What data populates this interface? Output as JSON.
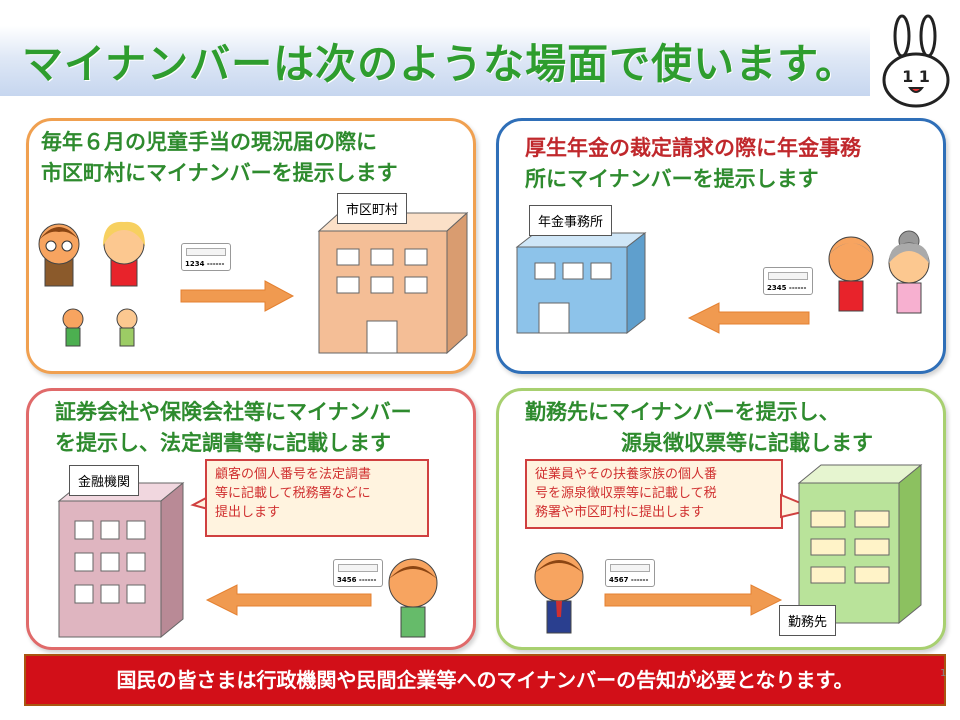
{
  "title": "マイナンバーは次のような場面で使います。",
  "panels": [
    {
      "line1": "毎年６月の児童手当の現況届の際に",
      "line2": "市区町村にマイナンバーを提示します",
      "building_label": "市区町村",
      "card_number": "1234 ------"
    },
    {
      "line1": "厚生年金の裁定請求の際に年金事務",
      "line2": "所にマイナンバーを提示します",
      "building_label": "年金事務所",
      "card_number": "2345 ------"
    },
    {
      "line1": "証券会社や保険会社等にマイナンバー",
      "line2": "を提示し、法定調書等に記載します",
      "building_label": "金融機関",
      "card_number": "3456 ------",
      "bubble": [
        "顧客の個人番号を法定調書",
        "等に記載して税務署などに",
        "提出します"
      ]
    },
    {
      "line1": "勤務先にマイナンバーを提示し、",
      "line2": "源泉徴収票等に記載します",
      "building_label": "勤務先",
      "card_number": "4567 ------",
      "bubble": [
        "従業員やその扶養家族の個人番",
        "号を源泉徴収票等に記載して税",
        "務署や市区町村に提出します"
      ]
    }
  ],
  "mascot_text": "1 1",
  "bottom_message": "国民の皆さまは行政機関や民間企業等へのマイナンバーの告知が必要となります。",
  "page_number": "1",
  "colors": {
    "title_green": "#2e9d2e",
    "panel_orange": "#f0a050",
    "panel_blue": "#2f6fb8",
    "panel_red": "#e06a6a",
    "panel_green": "#a8d070",
    "banner_red": "#d20f18"
  }
}
